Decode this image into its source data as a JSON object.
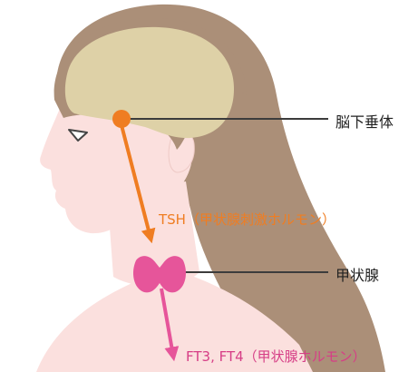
{
  "labels": {
    "pituitary": "脳下垂体",
    "tsh": "TSH（甲状腺刺激ホルモン）",
    "thyroid": "甲状腺",
    "thyroid_hormones": "FT3, FT4（甲状腺ホルモン）"
  },
  "colors": {
    "hair": "#ab8f78",
    "skin": "#fbe0de",
    "brain": "#ded1a7",
    "pituitary": "#ef7d22",
    "tsh_text": "#ef7d22",
    "thyroid": "#e6559a",
    "hormone_text": "#d63e86",
    "leader_line": "#3c3c3c",
    "label_text": "#222222"
  }
}
